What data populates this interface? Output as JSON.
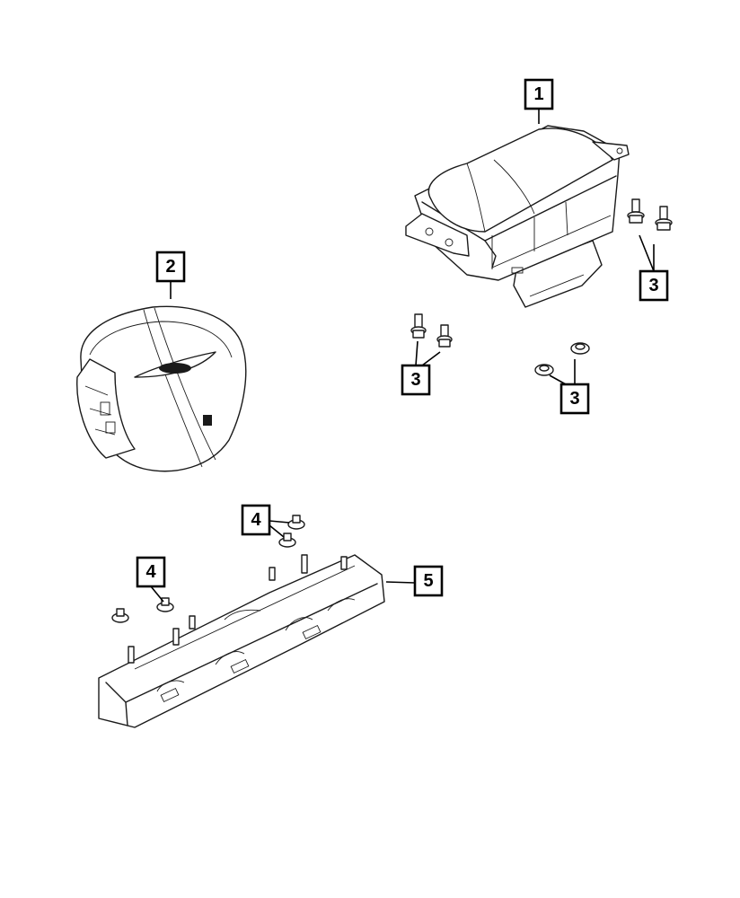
{
  "callouts": [
    {
      "id": "1",
      "label": "1"
    },
    {
      "id": "2",
      "label": "2"
    },
    {
      "id": "3a",
      "label": "3"
    },
    {
      "id": "3b",
      "label": "3"
    },
    {
      "id": "3c",
      "label": "3"
    },
    {
      "id": "4a",
      "label": "4"
    },
    {
      "id": "4b",
      "label": "4"
    },
    {
      "id": "5",
      "label": "5"
    }
  ],
  "colors": {
    "line": "#1a1a1a",
    "background": "#ffffff"
  }
}
